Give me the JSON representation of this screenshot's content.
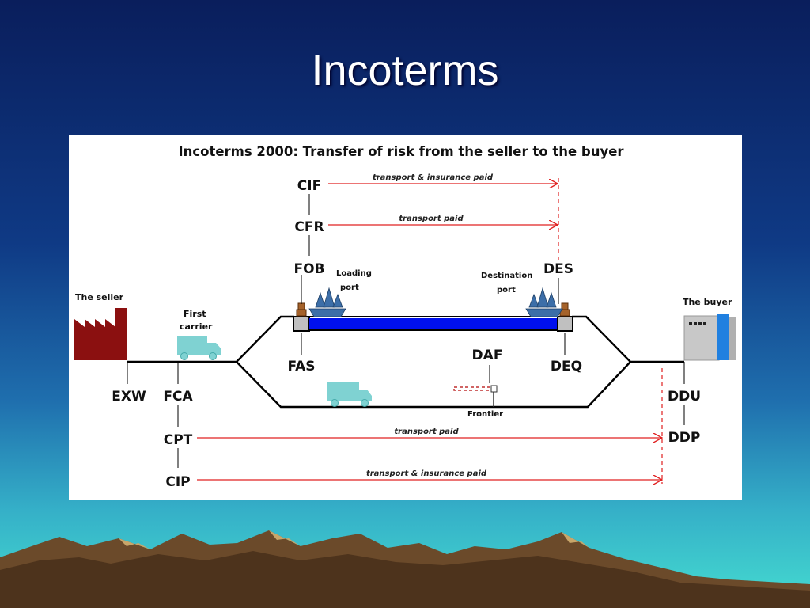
{
  "slide": {
    "title": "Incoterms"
  },
  "diagram": {
    "heading": "Incoterms 2000: Transfer of risk from the seller to the buyer",
    "labels": {
      "seller": "The seller",
      "buyer": "The buyer",
      "first_carrier_1": "First",
      "first_carrier_2": "carrier",
      "loading_port_1": "Loading",
      "loading_port_2": "port",
      "destination_port_1": "Destination",
      "destination_port_2": "port",
      "frontier": "Frontier"
    },
    "terms": {
      "cif": "CIF",
      "cfr": "CFR",
      "fob": "FOB",
      "des": "DES",
      "fas": "FAS",
      "daf": "DAF",
      "deq": "DEQ",
      "exw": "EXW",
      "fca": "FCA",
      "cpt": "CPT",
      "cip": "CIP",
      "ddu": "DDU",
      "ddp": "DDP"
    },
    "arrows": {
      "cif": "transport & insurance paid",
      "cfr": "transport paid",
      "cpt": "transport paid",
      "cip": "transport & insurance paid"
    },
    "colors": {
      "factory": "#8b1010",
      "truck": "#7fd2d2",
      "sea": "#0010ee",
      "ship": "#3c6ea8",
      "arrow": "#e02020",
      "route": "#000000"
    }
  }
}
